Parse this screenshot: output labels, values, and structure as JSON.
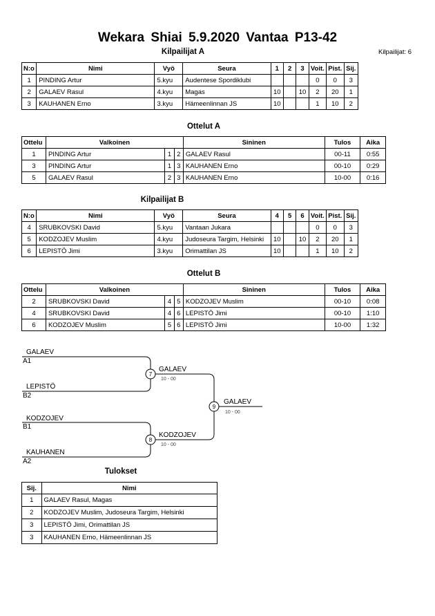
{
  "title": "Wekara Shiai  5.9.2020  Vantaa   P13-42",
  "competitors_count": "Kilpailijat: 6",
  "pool_a": {
    "heading": "Kilpailijat A",
    "headers": [
      "N:o",
      "Nimi",
      "Vyö",
      "Seura",
      "1",
      "2",
      "3",
      "Voit.",
      "Pist.",
      "Sij."
    ],
    "rows": [
      [
        "1",
        "PINDING Artur",
        "5.kyu",
        "Audentese Spordiklubi",
        "",
        "",
        "",
        "0",
        "0",
        "3"
      ],
      [
        "2",
        "GALAEV Rasul",
        "4.kyu",
        "Magas",
        "10",
        "",
        "10",
        "2",
        "20",
        "1"
      ],
      [
        "3",
        "KAUHANEN Erno",
        "3.kyu",
        "Hämeenlinnan JS",
        "10",
        "",
        "",
        "1",
        "10",
        "2"
      ]
    ]
  },
  "matches_a": {
    "heading": "Ottelut A",
    "headers": [
      "Ottelu",
      "Valkoinen",
      "Sininen",
      "Tulos",
      "Aika"
    ],
    "rows": [
      [
        "1",
        "PINDING Artur",
        "1",
        "2",
        "GALAEV Rasul",
        "00-11",
        "0:55"
      ],
      [
        "3",
        "PINDING Artur",
        "1",
        "3",
        "KAUHANEN Erno",
        "00-10",
        "0:29"
      ],
      [
        "5",
        "GALAEV Rasul",
        "2",
        "3",
        "KAUHANEN Erno",
        "10-00",
        "0:16"
      ]
    ]
  },
  "pool_b": {
    "heading": "Kilpailijat B",
    "headers": [
      "N:o",
      "Nimi",
      "Vyö",
      "Seura",
      "4",
      "5",
      "6",
      "Voit.",
      "Pist.",
      "Sij."
    ],
    "rows": [
      [
        "4",
        "SRUBKOVSKI David",
        "5.kyu",
        "Vantaan Jukara",
        "",
        "",
        "",
        "0",
        "0",
        "3"
      ],
      [
        "5",
        "KODZOJEV Muslim",
        "4.kyu",
        "Judoseura Targim, Helsinki",
        "10",
        "",
        "10",
        "2",
        "20",
        "1"
      ],
      [
        "6",
        "LEPISTÖ Jimi",
        "3.kyu",
        "Orimattilan JS",
        "10",
        "",
        "",
        "1",
        "10",
        "2"
      ]
    ]
  },
  "matches_b": {
    "heading": "Ottelut B",
    "headers": [
      "Ottelu",
      "Valkoinen",
      "Sininen",
      "Tulos",
      "Aika"
    ],
    "rows": [
      [
        "2",
        "SRUBKOVSKI David",
        "4",
        "5",
        "KODZOJEV Muslim",
        "00-10",
        "0:08"
      ],
      [
        "4",
        "SRUBKOVSKI David",
        "4",
        "6",
        "LEPISTÖ Jimi",
        "00-10",
        "1:10"
      ],
      [
        "6",
        "KODZOJEV Muslim",
        "5",
        "6",
        "LEPISTÖ Jimi",
        "10-00",
        "1:32"
      ]
    ]
  },
  "bracket": {
    "semi1": {
      "top_name": "GALAEV",
      "top_seed": "A1",
      "bottom_name": "LEPISTÖ",
      "bottom_seed": "B2",
      "match_no": "7",
      "winner": "GALAEV",
      "score": "10 - 00"
    },
    "semi2": {
      "top_name": "KODZOJEV",
      "top_seed": "B1",
      "bottom_name": "KAUHANEN",
      "bottom_seed": "A2",
      "match_no": "8",
      "winner": "KODZOJEV",
      "score": "10 - 00"
    },
    "final": {
      "match_no": "9",
      "winner": "GALAEV",
      "score": "10 - 00"
    }
  },
  "results": {
    "heading": "Tulokset",
    "headers": [
      "Sij.",
      "Nimi"
    ],
    "rows": [
      [
        "1",
        "GALAEV Rasul, Magas"
      ],
      [
        "2",
        "KODZOJEV Muslim, Judoseura Targim, Helsinki"
      ],
      [
        "3",
        "LEPISTÖ Jimi, Orimattilan JS"
      ],
      [
        "3",
        "KAUHANEN Erno, Hämeenlinnan JS"
      ]
    ]
  }
}
